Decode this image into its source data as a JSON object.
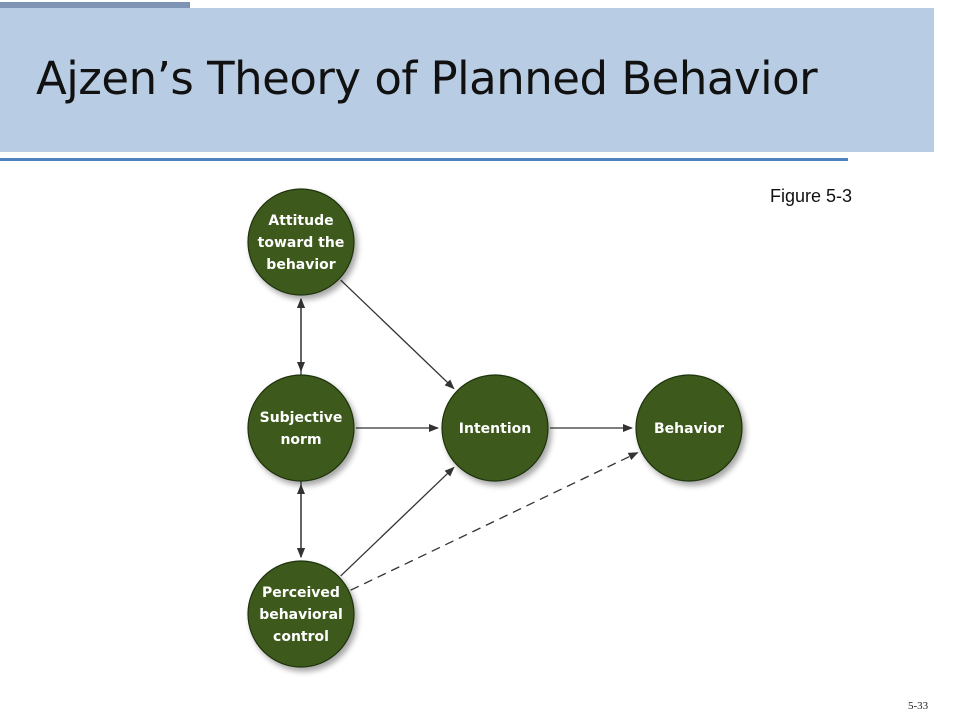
{
  "slide": {
    "title": "Ajzen’s Theory of Planned Behavior",
    "figure_label": "Figure 5-3",
    "page_number": "5-33"
  },
  "colors": {
    "title_band": "#b8cce4",
    "accent_block": "#7f94b4",
    "rule": "#4f81bd",
    "node_fill": "#3d5a1c",
    "arrow": "#333333"
  },
  "diagram": {
    "nodes": [
      {
        "id": "attitude",
        "lines": [
          "Attitude",
          "toward the",
          "behavior"
        ]
      },
      {
        "id": "norm",
        "lines": [
          "Subjective",
          "norm"
        ]
      },
      {
        "id": "control",
        "lines": [
          "Perceived",
          "behavioral",
          "control"
        ]
      },
      {
        "id": "intention",
        "lines": [
          "Intention"
        ]
      },
      {
        "id": "behavior",
        "lines": [
          "Behavior"
        ]
      }
    ],
    "edges": [
      {
        "from": "attitude",
        "to": "intention",
        "style": "solid"
      },
      {
        "from": "norm",
        "to": "intention",
        "style": "solid"
      },
      {
        "from": "control",
        "to": "intention",
        "style": "solid"
      },
      {
        "from": "intention",
        "to": "behavior",
        "style": "solid"
      },
      {
        "from": "control",
        "to": "behavior",
        "style": "dashed"
      },
      {
        "from": "attitude",
        "to": "norm",
        "style": "bidirectional"
      },
      {
        "from": "norm",
        "to": "control",
        "style": "bidirectional"
      },
      {
        "from": "attitude",
        "to": "control",
        "style": "bidirectional"
      }
    ]
  }
}
